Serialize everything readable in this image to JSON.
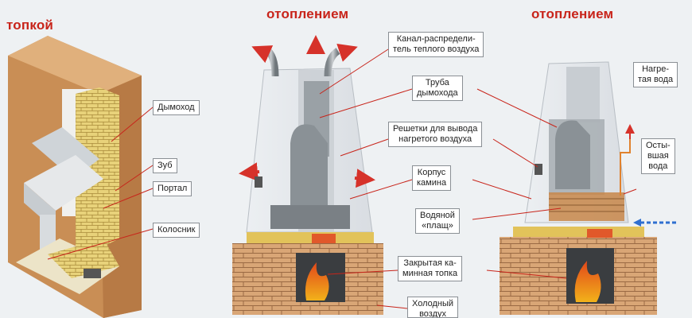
{
  "headings": {
    "open_line2": "топкой",
    "air_line2": "отоплением",
    "water_line2": "отоплением"
  },
  "labels": {
    "dymokhod": "Дымоход",
    "zub": "Зуб",
    "portal": "Портал",
    "kolosnik": "Колосник",
    "kanal_1": "Канал-распредели-",
    "kanal_2": "тель теплого воздуха",
    "truba_1": "Труба",
    "truba_2": "дымохода",
    "reshetki_1": "Решетки для вывода",
    "reshetki_2": "нагретого воздуха",
    "korpus_1": "Корпус",
    "korpus_2": "камина",
    "vodyanoy_1": "Водяной",
    "vodyanoy_2": "«плащ»",
    "zakrytaya_1": "Закрытая ка-",
    "zakrytaya_2": "минная топка",
    "kholodny_1": "Холодный",
    "kholodny_2": "воздух",
    "nagretaya_1": "Нагре-",
    "nagretaya_2": "тая вода",
    "ostyvshaya_1": "Осты-",
    "ostyvshaya_2": "вшая",
    "ostyvshaya_3": "вода"
  },
  "colors": {
    "heading_red": "#c8241a",
    "arrow_red": "#d6322a",
    "arrow_blue": "#2f6fd0",
    "brick": "#d8a070",
    "fire": "#f07a1a"
  }
}
